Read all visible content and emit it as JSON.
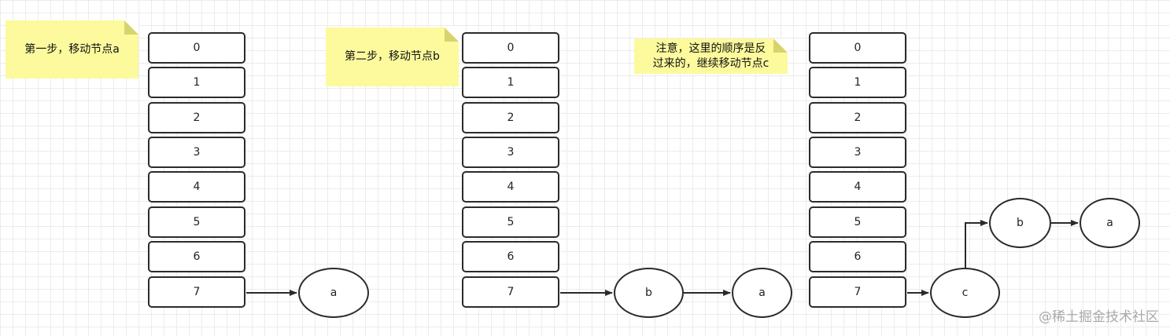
{
  "notes": {
    "step1": "第一步，移动节点a",
    "step2": "第二步，移动节点b",
    "step3": "注意，这里的顺序是反\n过来的，继续移动节点c"
  },
  "tables": [
    {
      "cells": [
        "0",
        "1",
        "2",
        "3",
        "4",
        "5",
        "6",
        "7"
      ]
    },
    {
      "cells": [
        "0",
        "1",
        "2",
        "3",
        "4",
        "5",
        "6",
        "7"
      ]
    },
    {
      "cells": [
        "0",
        "1",
        "2",
        "3",
        "4",
        "5",
        "6",
        "7"
      ]
    }
  ],
  "nodes": {
    "g1_a": "a",
    "g2_b": "b",
    "g2_a": "a",
    "g3_c": "c",
    "g3_b": "b",
    "g3_a": "a"
  },
  "watermark": "@稀土掘金技术社区",
  "colors": {
    "note_bg": "#fcfa9d",
    "stroke": "#2b2b2b",
    "grid": "#ececec"
  }
}
